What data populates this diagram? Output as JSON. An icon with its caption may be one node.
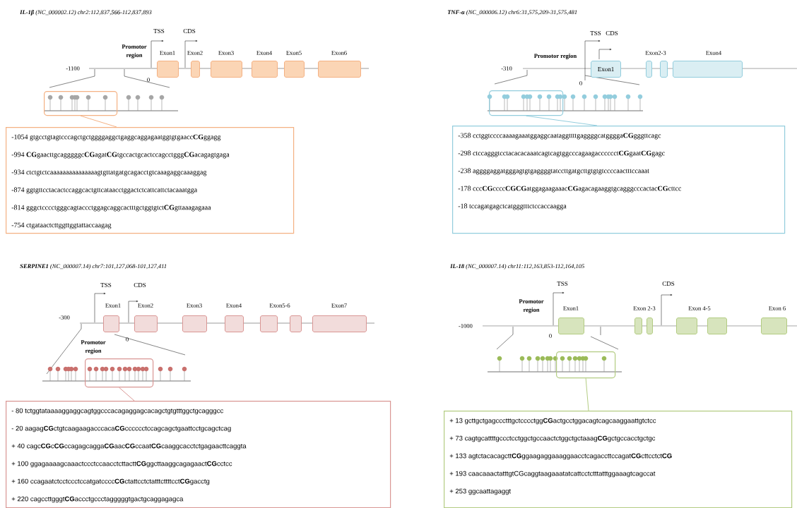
{
  "diagram": {
    "nodes": [
      {
        "text": [
          "Exon1"
        ]
      },
      {
        "text": [
          "Exon2"
        ]
      },
      {
        "text": [
          "Exon3"
        ]
      },
      {
        "text": [
          "Exon4"
        ]
      },
      {
        "text": [
          "Exon5"
        ]
      },
      {
        "text": [
          "Exon6"
        ]
      },
      {
        "text": [],
        "shape": "box"
      },
      {
        "text": [
          "-1054 gtgcctgtagtcccagctgctggggaggctgaggcaggagaatggtgtgaacc**CG**ggagg",
          "-994 **CG**gaacttgcagggggc**CG**agat**CG**tgccactgcactccagcctggg**CG**acagagtgaga",
          "-934 ctctgtctcaaaaaaaaaaaaaaagtgttatgatgcagacctgtcaaagaggcaaaggag",
          "-874 ggtgttcctacactccaggcactgttcataacctggactctcattcattctacaaatgga",
          "-814 gggctcccctgggcagtaccctggagcaggcactttgctggtgtct**CG**gttaaagagaaa",
          "-754 ctgataactcttggttggtattaccaagag"
        ]
      },
      {
        "text": [
          "Exon1"
        ]
      },
      {
        "text": [
          "Exon2-3"
        ]
      },
      {
        "text": [],
        "shape": "box"
      },
      {
        "text": [
          "Exon4"
        ]
      },
      {
        "text": [],
        "shape": "box"
      },
      {
        "text": [
          "-358 cctggtccccaaaagaaatggaggcaataggttttgaggggcatgggga**CG**gggttcagc",
          "-298 ctccagggtcctacacacaaatcagtcagtggcccagaagacccccct**CG**gaat**CG**gagc",
          "-238 aggggaggatgggagtgtgaggggtatccttgatgcttgtgtgtccccaactttccaaat",
          "-178 ccc**CG**cccc**CGCG**atggagaagaaac**CG**agacagaaggtgcagggcccactac**CG**cttcc",
          "-18 tccagatgagctcatgggtttctccaccaagga"
        ]
      },
      {
        "text": [
          "Exon1"
        ]
      },
      {
        "text": [
          "Exon2"
        ]
      },
      {
        "text": [
          "Exon3"
        ]
      },
      {
        "text": [
          "Exon4"
        ]
      },
      {
        "text": [
          "Exon5-6"
        ]
      },
      {
        "text": [],
        "shape": "box"
      },
      {
        "text": [
          "Exon7"
        ]
      },
      {
        "text": [],
        "shape": "box"
      },
      {
        "text": [
          "- 80 tctggtataaaaggaggcagtggcccacagaggagcacagctgtgtttggctgcagggcc",
          "- 20 aagag**CG**ctgtcaagaagacccaca**CG**cccccctccagcagctgaattcctgcagctcag",
          "+ 40 cagc**CG**c**CG**ccagagcagga**CG**aac**CG**ccaat**CG**caaggcacctctgagaacttcaggta",
          "+ 100 ggagaaaagcaaactccctccaacctcttactt**CG**ggcttaaggcagagaact**CG**cctcc",
          "+ 160 ccagaatctcctccctccatgatcccc**CG**ctattcctctatttcttttcct**CG**gacctg",
          "+ 220 cagccttgggt**CG**accctgccctagggggtgactgcaggagagca"
        ]
      },
      {
        "text": [
          "Exon1"
        ]
      },
      {
        "text": [
          "Exon 2-3"
        ]
      },
      {
        "text": [],
        "shape": "box"
      },
      {
        "text": [
          "Exon 4-5"
        ]
      },
      {
        "text": [],
        "shape": "box"
      },
      {
        "text": [
          "Exon 6"
        ]
      },
      {
        "text": [],
        "shape": "box"
      },
      {
        "text": [
          "+ 13 gcttgctgagccctttgctcccctgg**CG**actgcctggacagtcagcaaggaattgtctcc",
          "+ 73 cagtgcattttgccctcctggctgccaactctggctgctaaag**CG**gctgccacctgctgc",
          "+ 133 agtctacacagctt**CG**ggaagaggaaaggaacctcagaccttccagat**CG**cttcctct**CG**",
          "+ 193 caacaaactatttgtCGcaggtaagaaatatcattcctctttatttggaaagtcagccat",
          "+ 253 ggcaattagaggt"
        ]
      }
    ],
    "edges": [
      {
        "from": 6,
        "to": 7,
        "arrow": "none",
        "color": "#f4b183"
      },
      {
        "from": 12,
        "to": 13,
        "arrow": "none",
        "color": "#93cddd"
      },
      {
        "from": 21,
        "to": 22,
        "arrow": "none",
        "color": "#d99694"
      },
      {
        "from": 29,
        "to": 30,
        "arrow": "none",
        "color": "#b3cc82"
      }
    ],
    "labels": [
      "**IL-1β** (NC_000002.12) chr2:112,837,566-112,837,893",
      "TSS",
      "CDS",
      "Promotor region",
      "-1100",
      "0",
      "**TNF-α** (NC_000006.12) chr6:31,575,209-31,575,481",
      "TSS",
      "CDS",
      "-310",
      "Promotor region",
      "0",
      "**SERPINE1** (NC_000007.14) chr7:101,127,068-101,127,411",
      "TSS",
      "CDS",
      "-300",
      "Promotor region",
      "0",
      "**IL-18** (NC_000007.14) chr11:112,163,853-112,164,105",
      "TSS",
      "CDS",
      "Promotor region",
      "-1000",
      "0"
    ]
  }
}
